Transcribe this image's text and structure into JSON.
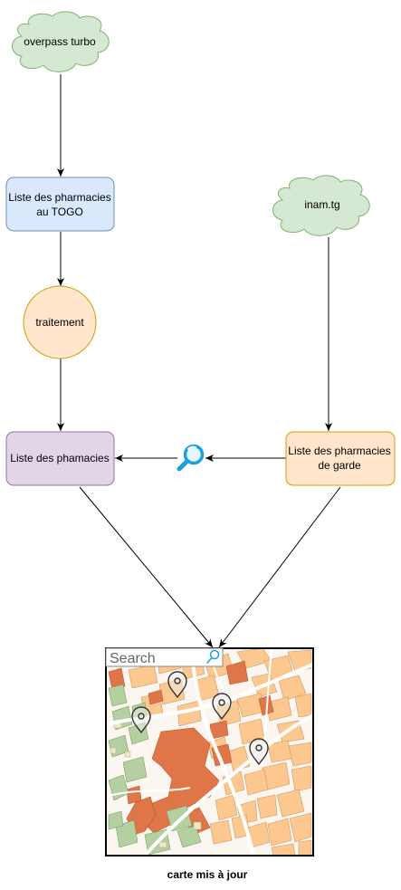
{
  "nodes": {
    "overpass": {
      "label": "overpass turbo"
    },
    "inam": {
      "label": "inam.tg"
    },
    "liste_togo": {
      "line1": "Liste des pharmacies",
      "line2": "au TOGO"
    },
    "traitement": {
      "label": "traitement"
    },
    "liste_pharmacies": {
      "label": "Liste des phamacies"
    },
    "liste_garde": {
      "line1": "Liste des pharmacies",
      "line2": "de garde"
    }
  },
  "map": {
    "search_placeholder": "Search",
    "caption": "carte mis à jour"
  },
  "icons": {
    "compare": "magnifier-icon",
    "map_search": "search-icon",
    "marker": "map-pin-icon"
  },
  "colors": {
    "cloud_fill": "#d5e8d4",
    "cloud_stroke": "#82b366",
    "blue_fill": "#dae8fc",
    "blue_stroke": "#6c8ebf",
    "orange_fill": "#ffe6cc",
    "orange_stroke": "#d79b00",
    "purple_fill": "#e1d5e7",
    "purple_stroke": "#9673a6",
    "magnifier": "#1ba1e2"
  }
}
